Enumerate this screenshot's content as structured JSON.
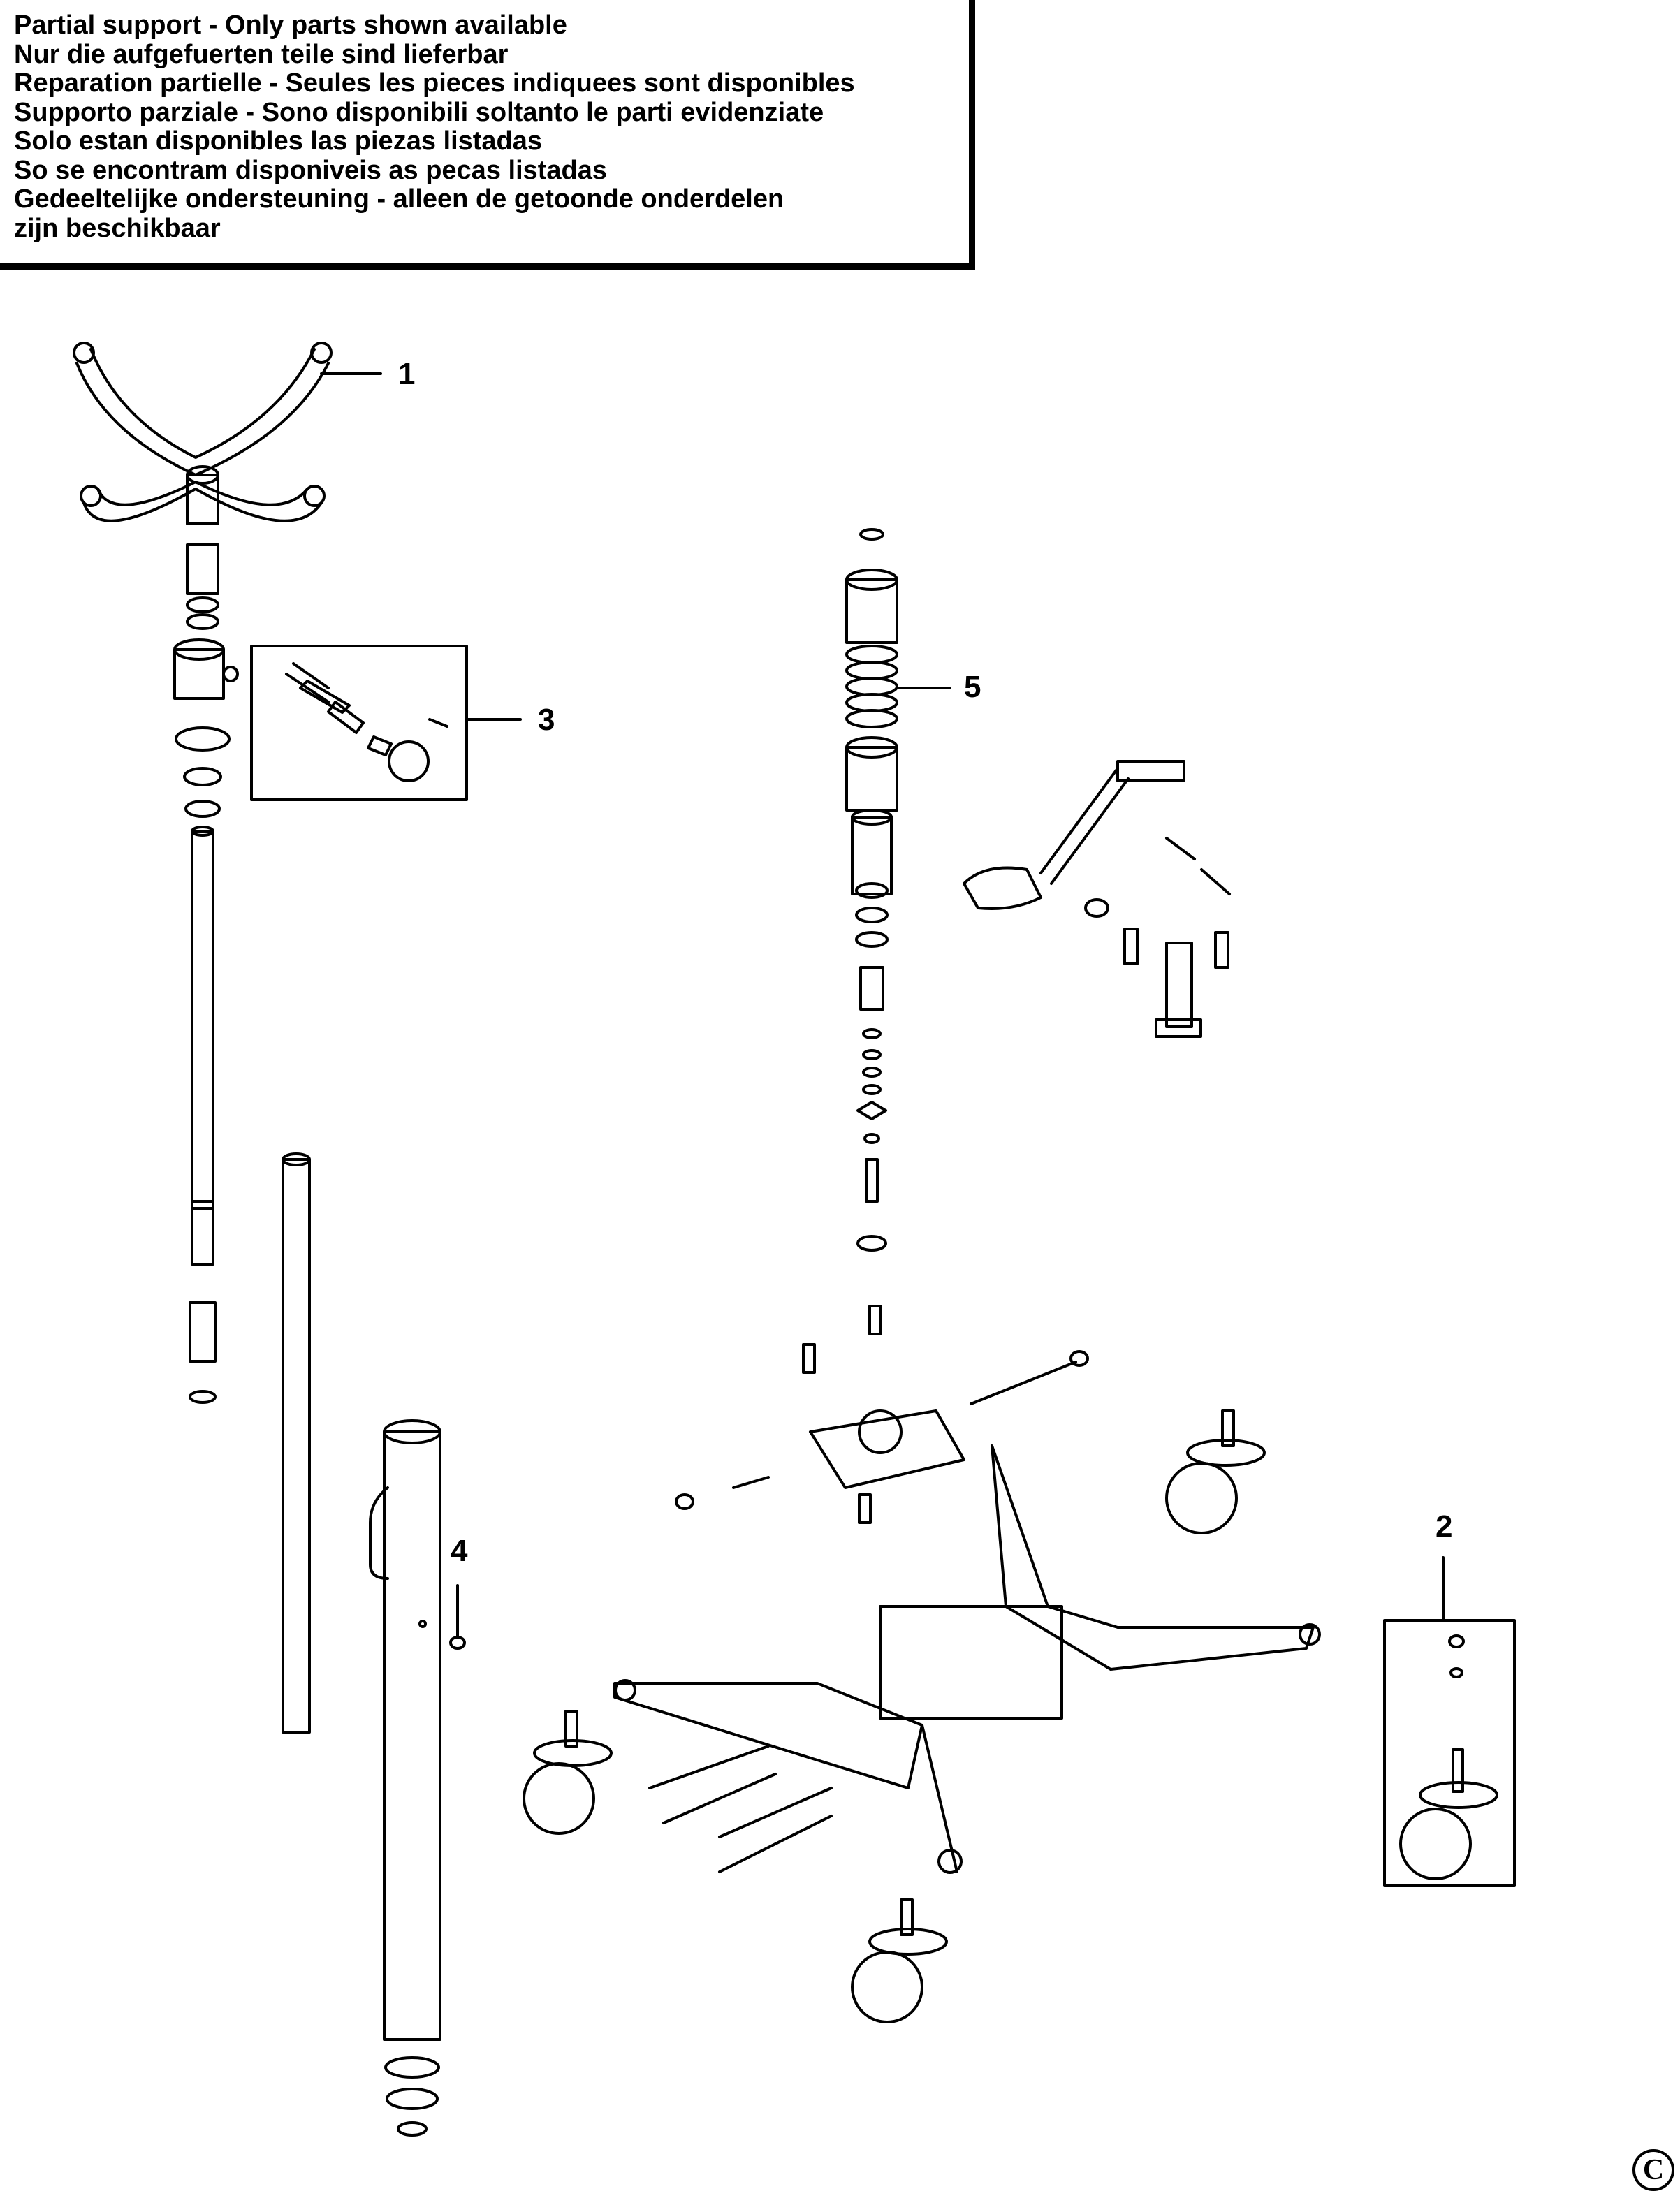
{
  "notice": {
    "lines": [
      "Partial support - Only parts shown available",
      "Nur die aufgefuerten teile sind lieferbar",
      "Reparation partielle - Seules les pieces indiquees sont disponibles",
      "Supporto parziale - Sono disponibili soltanto le parti evidenziate",
      "Solo estan disponibles las piezas listadas",
      "So se encontram disponiveis as pecas listadas",
      "Gedeeltelijke ondersteuning - alleen de getoonde onderdelen",
      "zijn beschikbaar"
    ]
  },
  "callouts": {
    "part1": "1",
    "part2": "2",
    "part3": "3",
    "part4": "4",
    "part5": "5"
  },
  "copyright_symbol": "C",
  "colors": {
    "line": "#000000",
    "background": "#ffffff"
  }
}
